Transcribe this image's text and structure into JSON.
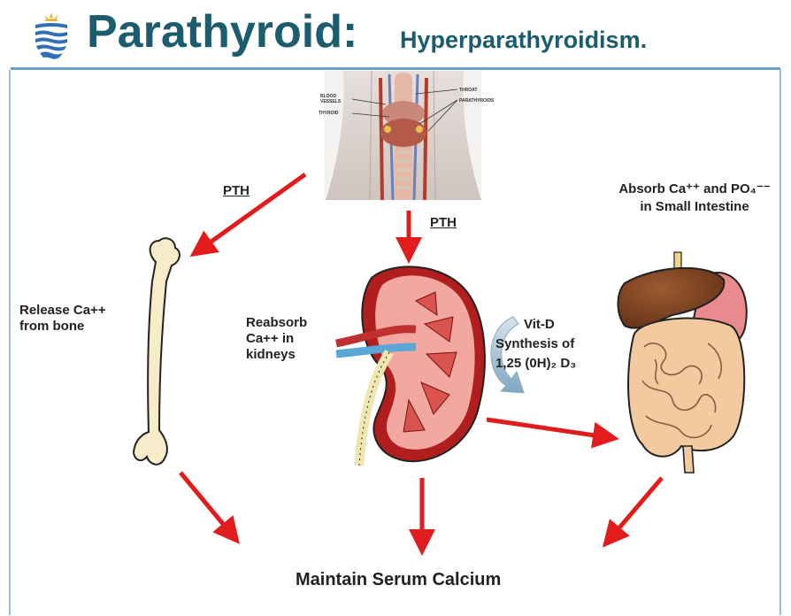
{
  "slide": {
    "title_main": "Parathyroid:",
    "title_sub": "Hyperparathyroidism."
  },
  "neck_image": {
    "labels": [
      "BLOOD VESSELS",
      "THROAT",
      "PARATHYROIDS",
      "THYROID"
    ]
  },
  "labels": {
    "pth_left": "PTH",
    "pth_center": "PTH",
    "release_line1": "Release Ca++",
    "release_line2": "from bone",
    "reabsorb_line1": "Reabsorb",
    "reabsorb_line2": "Ca++ in",
    "reabsorb_line3": "kidneys",
    "vitd": "Vit-D",
    "synthesis": "Synthesis of",
    "formula": "1,25 (0H)₂ D₃",
    "absorb_line1": "Absorb Ca⁺⁺ and PO₄⁻⁻",
    "absorb_line2": "in Small Intestine",
    "maintain": "Maintain Serum Calcium"
  },
  "colors": {
    "title": "#1b5c6e",
    "arrow": "#e21c1c",
    "rule": "#6f9fc9"
  },
  "icons": [
    "university-logo-icon",
    "neck-anatomy-image",
    "bone-icon",
    "kidney-icon",
    "curved-arrow-icon",
    "digestive-system-icon"
  ]
}
